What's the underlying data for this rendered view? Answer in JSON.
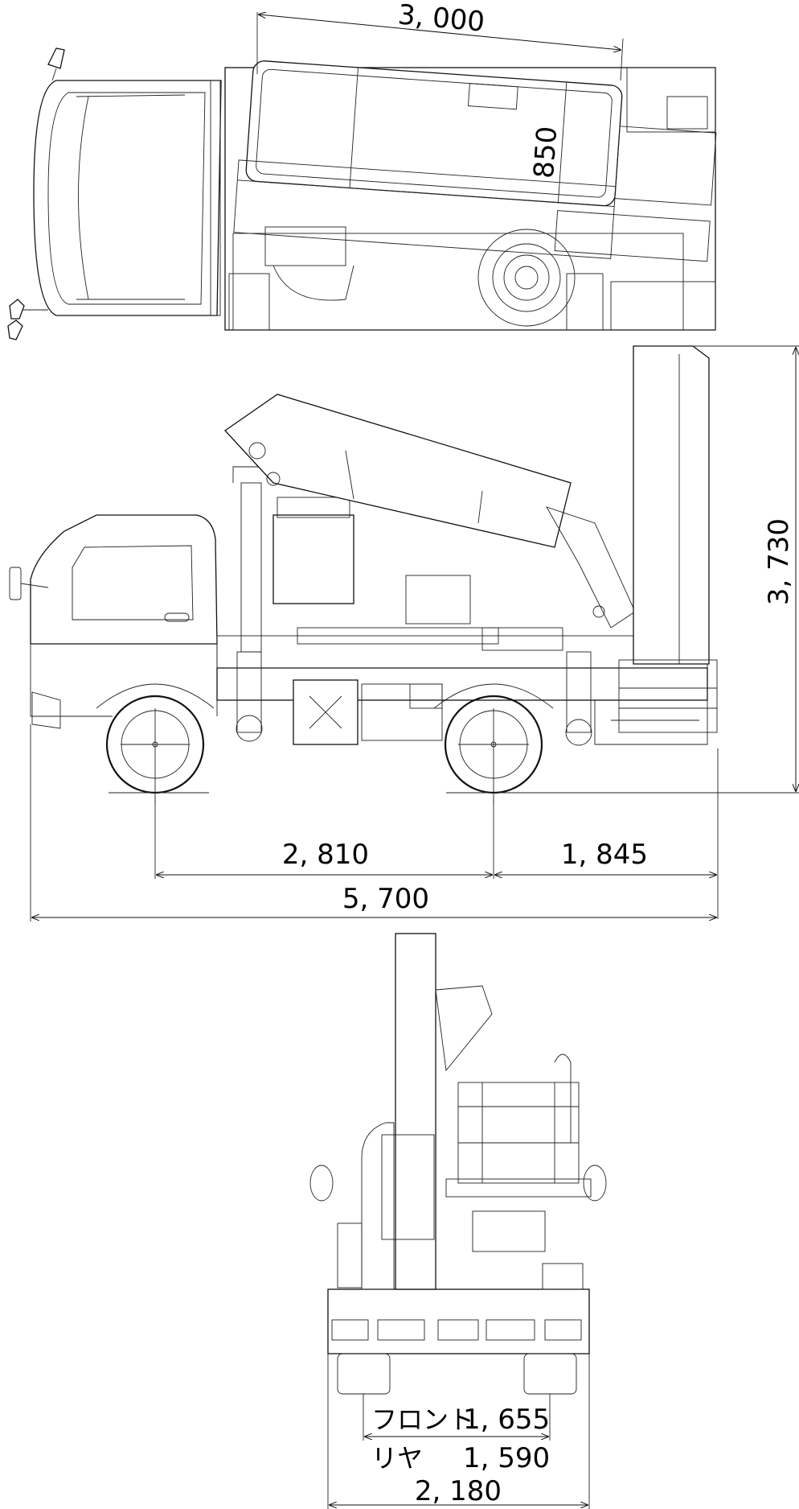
{
  "top_view": {
    "boom_length": "3, 000",
    "basket_width": "850"
  },
  "side_view": {
    "height": "3, 730",
    "wheelbase": "2, 810",
    "rear_overhang": "1, 845",
    "overall_length": "5, 700"
  },
  "rear_view": {
    "front_label": "フロント",
    "front_value": "1, 655",
    "rear_label": "リヤ",
    "rear_value": "1, 590",
    "overall_width": "2, 180"
  },
  "colors": {
    "line": "#111111",
    "background": "#ffffff"
  }
}
